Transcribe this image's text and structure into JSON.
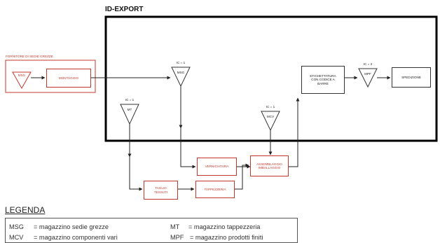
{
  "diagram": {
    "title": "ID-EXPORT",
    "supplier_label": "FORNITORE DI SEDIE GREZZE",
    "nodes": {
      "msg_supplier": "MSG",
      "montaggio": "MONTAGGIO",
      "msg_main": "MSG",
      "mt": "MT",
      "mcv": "MCV",
      "etichettatura_1": "ETICHETTATURA",
      "etichettatura_2": "CON CODICE A",
      "etichettatura_3": "BARRE",
      "mpf": "MPF",
      "spedizione": "SPEDIZIONE",
      "verniciatura": "VERNICIATURA",
      "assemblaggio_1": "ASSEMBLAGGIO",
      "assemblaggio_2": "IMBALLAGGIO",
      "taglio_1": "TAGLIO",
      "taglio_2": "TESSUTI",
      "tappezzeria": "TAPPEZZERIA"
    },
    "ic_labels": {
      "msg": "IC = 1",
      "mt": "IC = 1",
      "mcv": "IC = 1",
      "mpf": "IC = 2"
    }
  },
  "legend": {
    "title": "LEGENDA",
    "entries": [
      {
        "abbr": "MSG",
        "text": "= magazzino sedie grezze"
      },
      {
        "abbr": "MT",
        "text": "= magazzino tappezzeria"
      },
      {
        "abbr": "MCV",
        "text": "= magazzino componenti vari"
      },
      {
        "abbr": "MPF",
        "text": "= magazzino prodotti finiti"
      }
    ]
  },
  "colors": {
    "supplier_accent": "#c0392b",
    "frame": "#000000",
    "line": "#333333"
  }
}
